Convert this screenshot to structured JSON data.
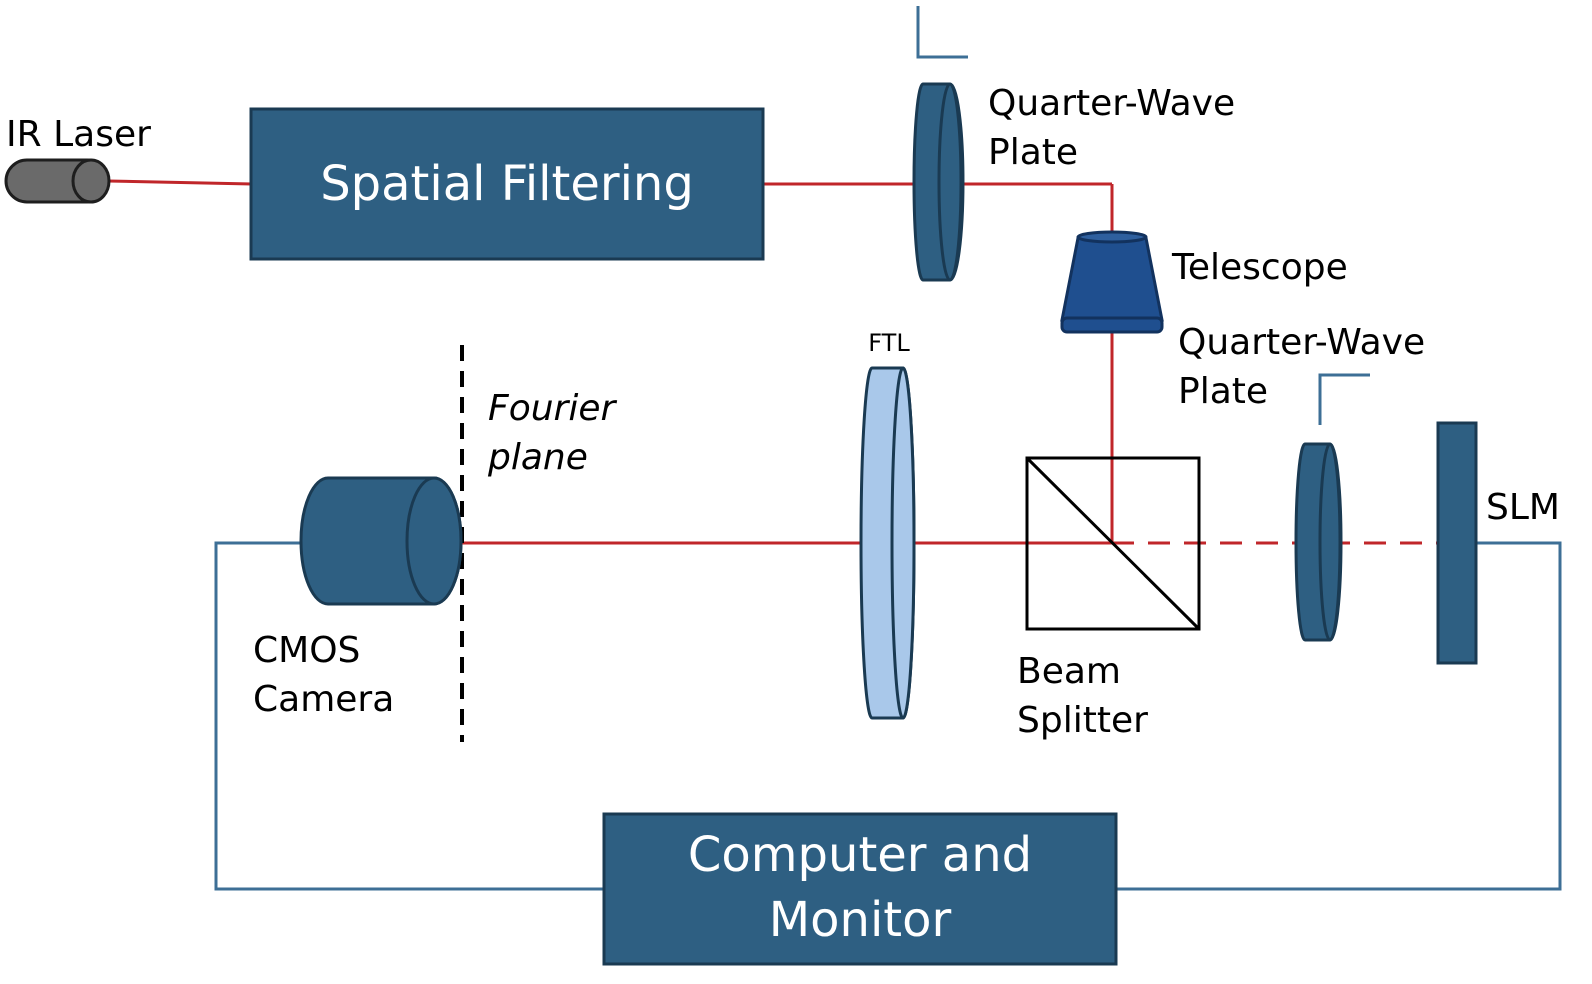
{
  "labels": {
    "ir_laser": "IR Laser",
    "spatial_filtering": "Spatial Filtering",
    "qwp1_line1": "Quarter-Wave",
    "qwp1_line2": "Plate",
    "telescope": "Telescope",
    "qwp2_line1": "Quarter-Wave",
    "qwp2_line2": "Plate",
    "ftl": "FTL",
    "fourier_line1": "Fourier",
    "fourier_line2": "plane",
    "cmos_line1": "CMOS",
    "cmos_line2": "Camera",
    "bs_line1": "Beam",
    "bs_line2": "Splitter",
    "slm": "SLM",
    "computer_line1": "Computer and",
    "computer_line2": "Monitor"
  },
  "colors": {
    "component_fill": "#2e5f82",
    "component_stroke": "#1a3a52",
    "beam": "#c0262a",
    "wire": "#3d6f96",
    "telescope_fill": "#1f4f8f",
    "ftl_fill": "#a9c8ea",
    "laser_fill": "#6a6a6a"
  }
}
